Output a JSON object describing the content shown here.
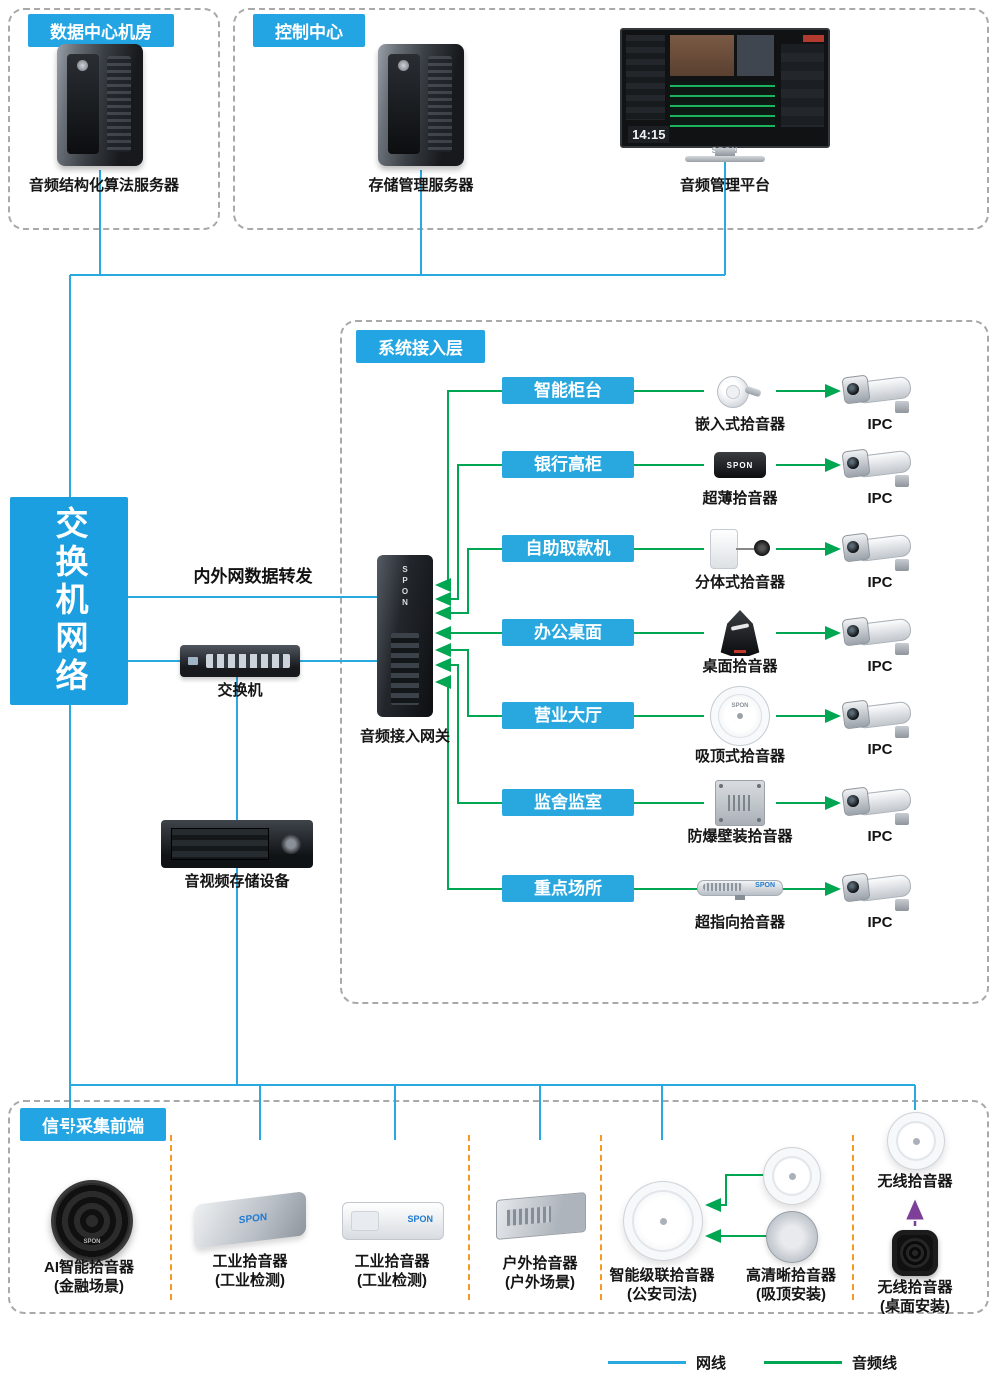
{
  "brand": "SPON",
  "legend": {
    "network": "网线",
    "audio": "音频线"
  },
  "boxes": {
    "data_center": {
      "title": "数据中心机房",
      "server": "音频结构化算法服务器"
    },
    "control_center": {
      "title": "控制中心",
      "server": "存储管理服务器",
      "platform": "音频管理平台"
    },
    "access": {
      "title": "系统接入层"
    },
    "frontend": {
      "title": "信号采集前端"
    }
  },
  "monitor": {
    "time": "14:15"
  },
  "network": {
    "switch_cloud": "交换机网络",
    "forward": "内外网数据转发",
    "switch": "交换机",
    "gateway": "音频接入网关",
    "storage": "音视频存储设备"
  },
  "rows": [
    {
      "scene": "智能柜台",
      "pickup": "嵌入式拾音器",
      "cam": "IPC"
    },
    {
      "scene": "银行高柜",
      "pickup": "超薄拾音器",
      "cam": "IPC"
    },
    {
      "scene": "自助取款机",
      "pickup": "分体式拾音器",
      "cam": "IPC"
    },
    {
      "scene": "办公桌面",
      "pickup": "桌面拾音器",
      "cam": "IPC"
    },
    {
      "scene": "营业大厅",
      "pickup": "吸顶式拾音器",
      "cam": "IPC"
    },
    {
      "scene": "监舍监室",
      "pickup": "防爆壁装拾音器",
      "cam": "IPC"
    },
    {
      "scene": "重点场所",
      "pickup": "超指向拾音器",
      "cam": "IPC"
    }
  ],
  "frontend_devices": [
    {
      "name": "AI智能拾音器",
      "sub": "(金融场景)"
    },
    {
      "name": "工业拾音器",
      "sub": "(工业检测)"
    },
    {
      "name": "工业拾音器",
      "sub": "(工业检测)"
    },
    {
      "name": "户外拾音器",
      "sub": "(户外场景)"
    },
    {
      "name": "智能级联拾音器",
      "sub": "(公安司法)"
    },
    {
      "name": "高清晰拾音器",
      "sub": "(吸顶安装)"
    },
    {
      "name": "无线拾音器",
      "sub": ""
    },
    {
      "name": "无线拾音器",
      "sub": "(桌面安装)"
    }
  ]
}
